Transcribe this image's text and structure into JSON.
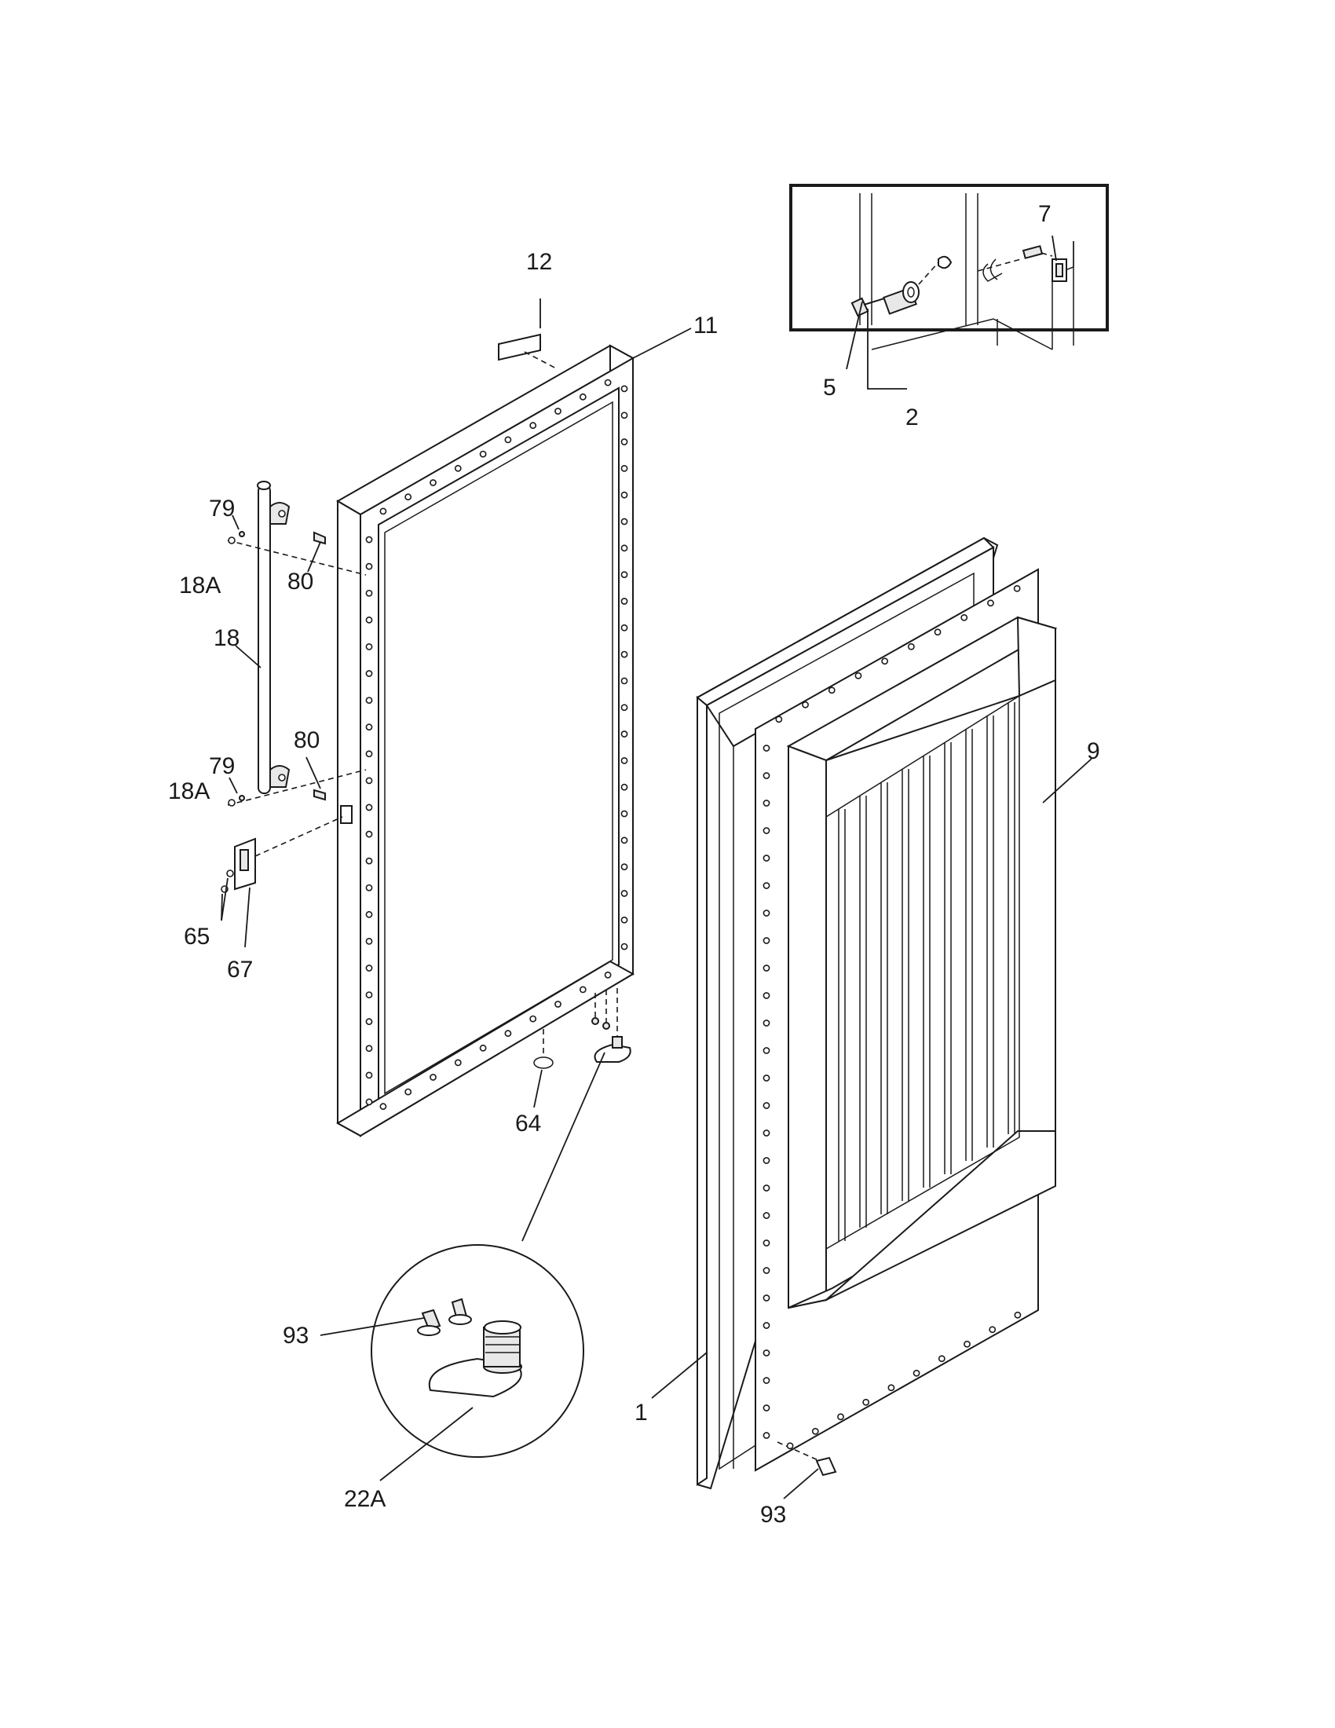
{
  "labels": {
    "l12": "12",
    "l11": "11",
    "l7": "7",
    "l5": "5",
    "l2": "2",
    "l79a": "79",
    "l18Aa": "18A",
    "l80a": "80",
    "l18": "18",
    "l80b": "80",
    "l79b": "79",
    "l18Ab": "18A",
    "l65": "65",
    "l67": "67",
    "l64": "64",
    "l9": "9",
    "l93a": "93",
    "l1": "1",
    "l93b": "93",
    "l22A": "22A"
  }
}
